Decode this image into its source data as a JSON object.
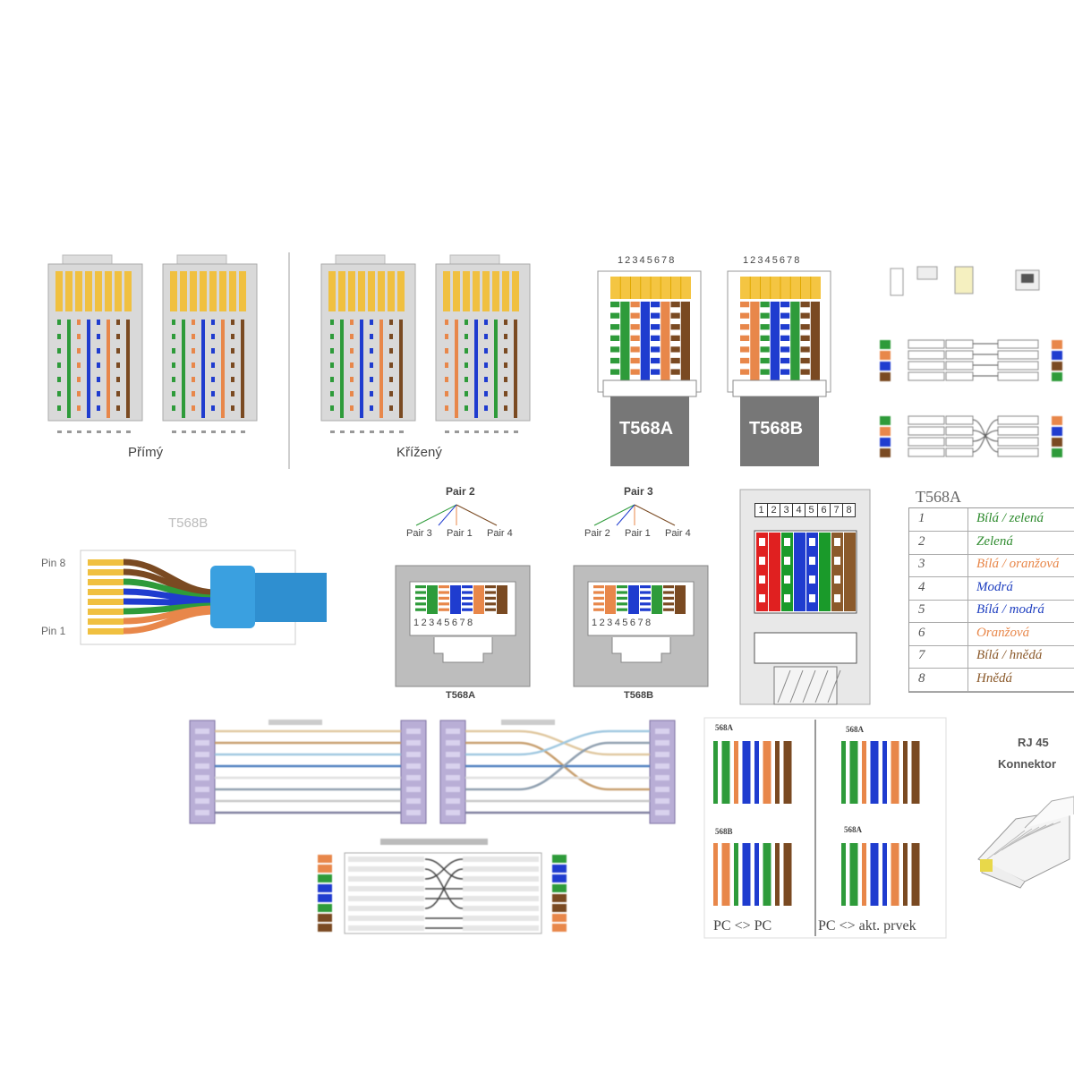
{
  "panel_straight_cross": {
    "label_straight": "Přímý",
    "label_cross": "Křížený"
  },
  "panel_t568": {
    "pin_header_a": "1 2 3 4 5 6 7 8",
    "pin_header_b": "1 2 3 4 5 6 7 8",
    "label_a": "T568A",
    "label_b": "T568B"
  },
  "panel_plug_side": {
    "title": "T568B",
    "pin8": "Pin 8",
    "pin1": "Pin 1"
  },
  "panel_jacks": {
    "left": {
      "top_pair": "Pair 2",
      "pairs": [
        "Pair 3",
        "Pair 1",
        "Pair 4"
      ],
      "pins": "1 2 3 4 5 6 7 8",
      "caption": "T568A"
    },
    "right": {
      "top_pair": "Pair 3",
      "pairs": [
        "Pair 2",
        "Pair 1",
        "Pair 4"
      ],
      "pins": "1 2 3 4 5 6 7 8",
      "caption": "T568B"
    }
  },
  "panel_block": {
    "pins": [
      "1",
      "2",
      "3",
      "4",
      "5",
      "6",
      "7",
      "8"
    ]
  },
  "panel_table": {
    "title": "T568A",
    "rows": [
      {
        "n": "1",
        "text": "Bílá / zelená",
        "color": "#2e8b2e"
      },
      {
        "n": "2",
        "text": "Zelená",
        "color": "#2e8b2e"
      },
      {
        "n": "3",
        "text": "Bílá / oranžová",
        "color": "#e8874a"
      },
      {
        "n": "4",
        "text": "Modrá",
        "color": "#2040c0"
      },
      {
        "n": "5",
        "text": "Bílá / modrá",
        "color": "#2040c0"
      },
      {
        "n": "6",
        "text": "Oranžová",
        "color": "#e8874a"
      },
      {
        "n": "7",
        "text": "Bílá / hnědá",
        "color": "#8b5a2b"
      },
      {
        "n": "8",
        "text": "Hnědá",
        "color": "#8b5a2b"
      }
    ]
  },
  "panel_pc": {
    "label_a1": "568A",
    "label_b1": "568B",
    "label_a2": "568A",
    "label_a3": "568A",
    "caption_left": "PC <> PC",
    "caption_right": "PC <> akt. prvek"
  },
  "panel_rj45": {
    "title1": "RJ 45",
    "title2": "Konnektor"
  },
  "colors": {
    "orange": "#e8874a",
    "green": "#2e9b3a",
    "blue": "#1f3ccf",
    "brown": "#7a4a22",
    "gold": "#f0c040",
    "gray": "#8a8a8a"
  }
}
